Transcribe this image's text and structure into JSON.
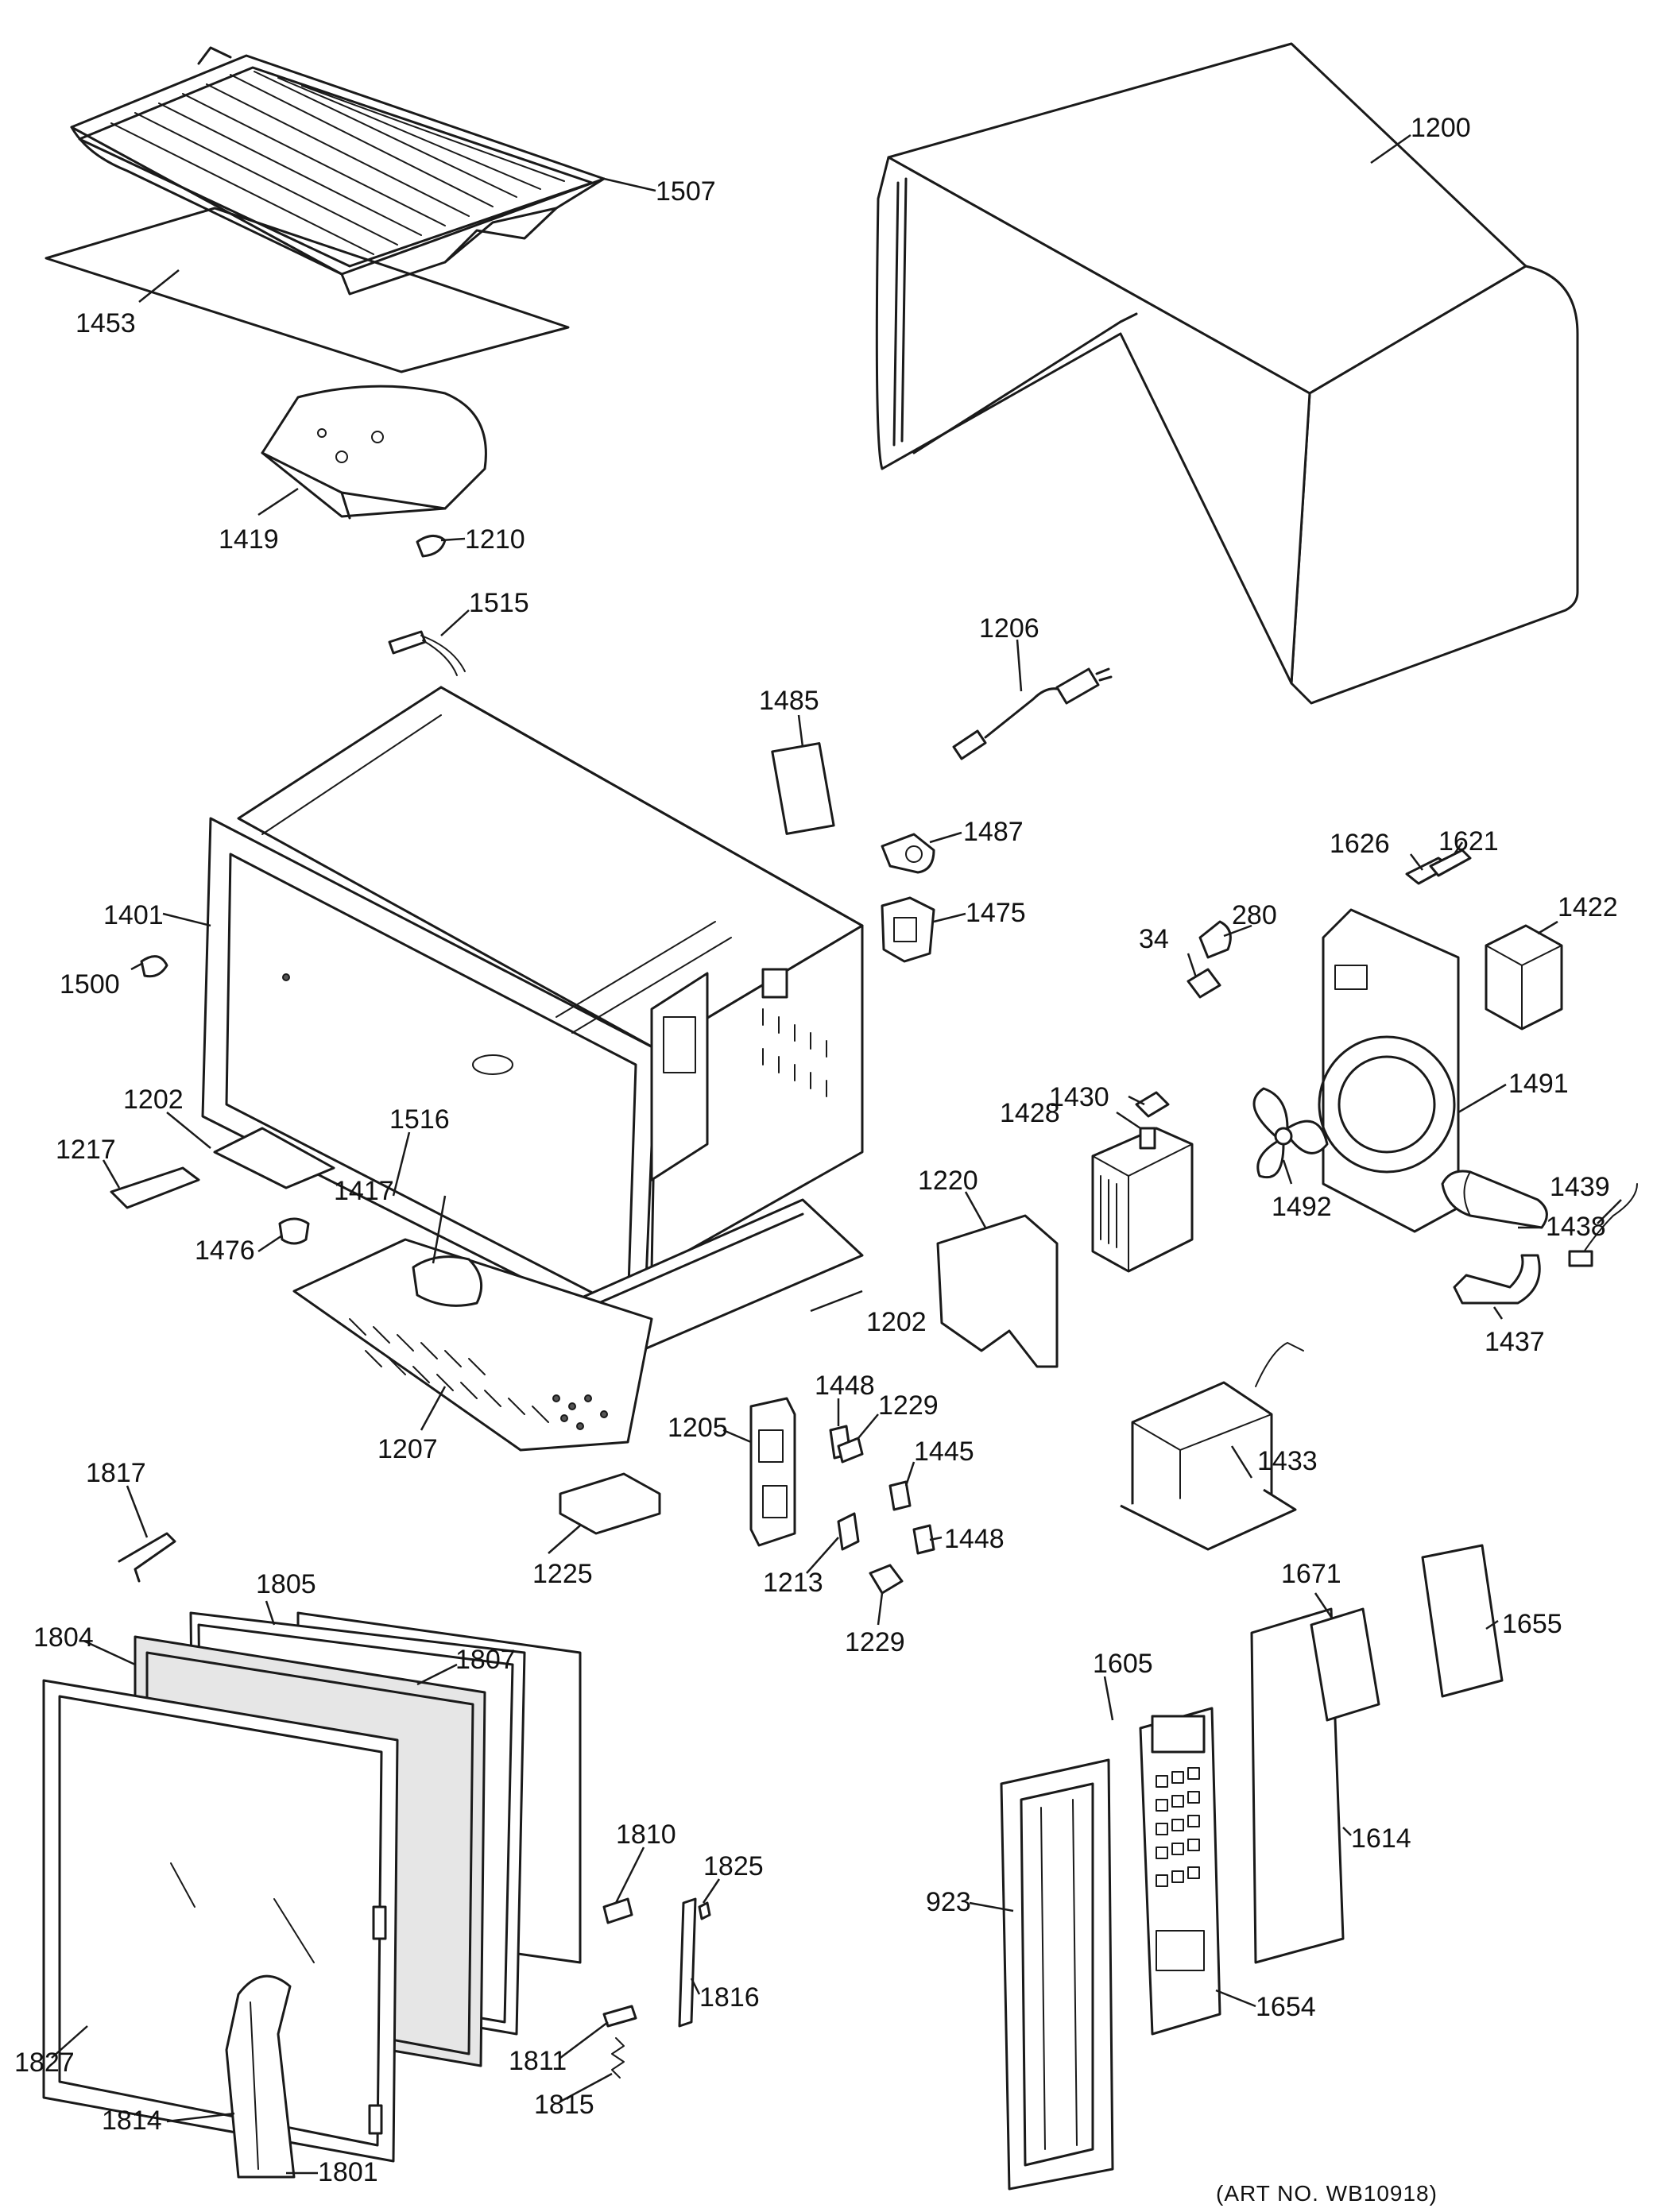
{
  "art_number": "(ART NO. WB10918)",
  "part_labels": {
    "p1200": "1200",
    "p1507": "1507",
    "p1453": "1453",
    "p1419": "1419",
    "p1210": "1210",
    "p1515": "1515",
    "p1206": "1206",
    "p1485": "1485",
    "p1487": "1487",
    "p1475": "1475",
    "p1401": "1401",
    "p1500": "1500",
    "p1626": "1626",
    "p1621": "1621",
    "p280": "280",
    "p34": "34",
    "p1422": "1422",
    "p1430": "1430",
    "p1491": "1491",
    "p1439": "1439",
    "p1202a": "1202",
    "p1217": "1217",
    "p1516": "1516",
    "p1428": "1428",
    "p1220": "1220",
    "p1492": "1492",
    "p1438": "1438",
    "p1476": "1476",
    "p1417": "1417",
    "p1437": "1437",
    "p1202b": "1202",
    "p1448a": "1448",
    "p1229a": "1229",
    "p1207": "1207",
    "p1205": "1205",
    "p1445": "1445",
    "p1433": "1433",
    "p1817": "1817",
    "p1225": "1225",
    "p1448b": "1448",
    "p1213": "1213",
    "p1229b": "1229",
    "p1805": "1805",
    "p1671": "1671",
    "p1655": "1655",
    "p1804": "1804",
    "p1807": "1807",
    "p1605": "1605",
    "p1810": "1810",
    "p1614": "1614",
    "p1825": "1825",
    "p923": "923",
    "p1816": "1816",
    "p1654": "1654",
    "p1827": "1827",
    "p1811": "1811",
    "p1815": "1815",
    "p1814": "1814",
    "p1801": "1801"
  }
}
